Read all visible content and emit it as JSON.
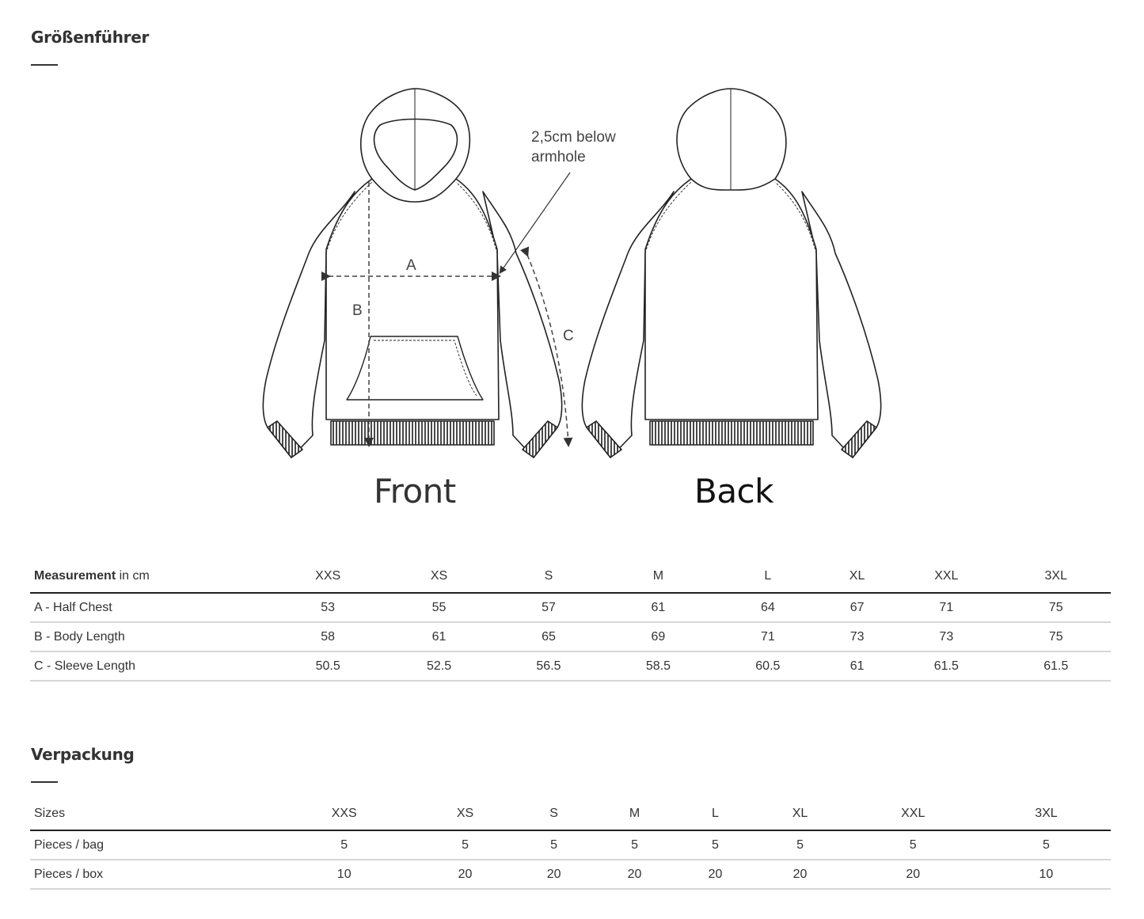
{
  "size_guide": {
    "title": "Größenführer",
    "figure": {
      "armhole_note_line1": "2,5cm below",
      "armhole_note_line2": "armhole",
      "label_a": "A",
      "label_b": "B",
      "label_c": "C",
      "front_label": "Front",
      "back_label": "Back"
    },
    "table": {
      "header_label_strong": "Measurement",
      "header_label_unit": " in cm",
      "sizes": [
        "XXS",
        "XS",
        "S",
        "M",
        "L",
        "XL",
        "XXL",
        "3XL"
      ],
      "rows": [
        {
          "label": "A - Half Chest",
          "values": [
            "53",
            "55",
            "57",
            "61",
            "64",
            "67",
            "71",
            "75"
          ]
        },
        {
          "label": "B - Body Length",
          "values": [
            "58",
            "61",
            "65",
            "69",
            "71",
            "73",
            "73",
            "75"
          ]
        },
        {
          "label": "C - Sleeve Length",
          "values": [
            "50.5",
            "52.5",
            "56.5",
            "58.5",
            "60.5",
            "61",
            "61.5",
            "61.5"
          ]
        }
      ]
    }
  },
  "packaging": {
    "title": "Verpackung",
    "table": {
      "header_label": "Sizes",
      "sizes": [
        "XXS",
        "XS",
        "S",
        "M",
        "L",
        "XL",
        "XXL",
        "3XL"
      ],
      "rows": [
        {
          "label": "Pieces / bag",
          "values": [
            "5",
            "5",
            "5",
            "5",
            "5",
            "5",
            "5",
            "5"
          ]
        },
        {
          "label": "Pieces / box",
          "values": [
            "10",
            "20",
            "20",
            "20",
            "20",
            "20",
            "20",
            "10"
          ]
        }
      ]
    }
  }
}
